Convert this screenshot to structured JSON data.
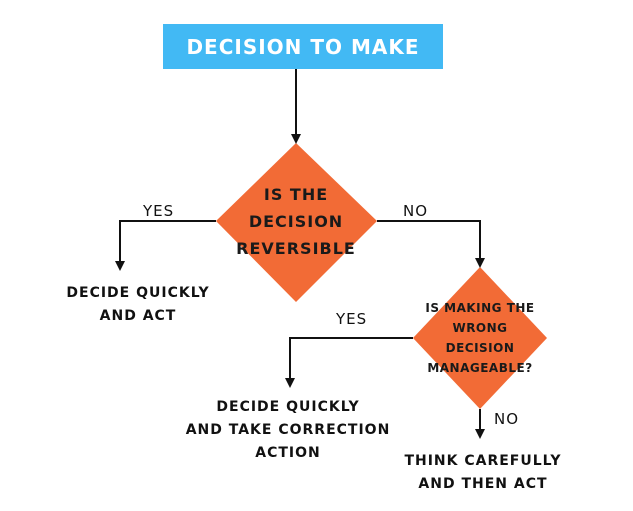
{
  "diagram": {
    "title": "DECISION TO MAKE",
    "colors": {
      "title_bg": "#42b9f4",
      "decision": "#f26b36",
      "line": "#111111",
      "text": "#111111"
    },
    "decision1": {
      "text": "IS THE\nDECISION\nREVERSIBLE"
    },
    "decision2": {
      "text": "IS MAKING THE\nWRONG\nDECISION\nMANAGEABLE?"
    },
    "labels": {
      "yes1": "YES",
      "no1": "NO",
      "yes2": "YES",
      "no2": "NO"
    },
    "outcomes": {
      "quick_act": "DECIDE QUICKLY\nAND ACT",
      "quick_correct": "DECIDE QUICKLY\nAND TAKE CORRECTION\nACTION",
      "think_carefully": "THINK CAREFULLY\nAND THEN ACT"
    }
  }
}
